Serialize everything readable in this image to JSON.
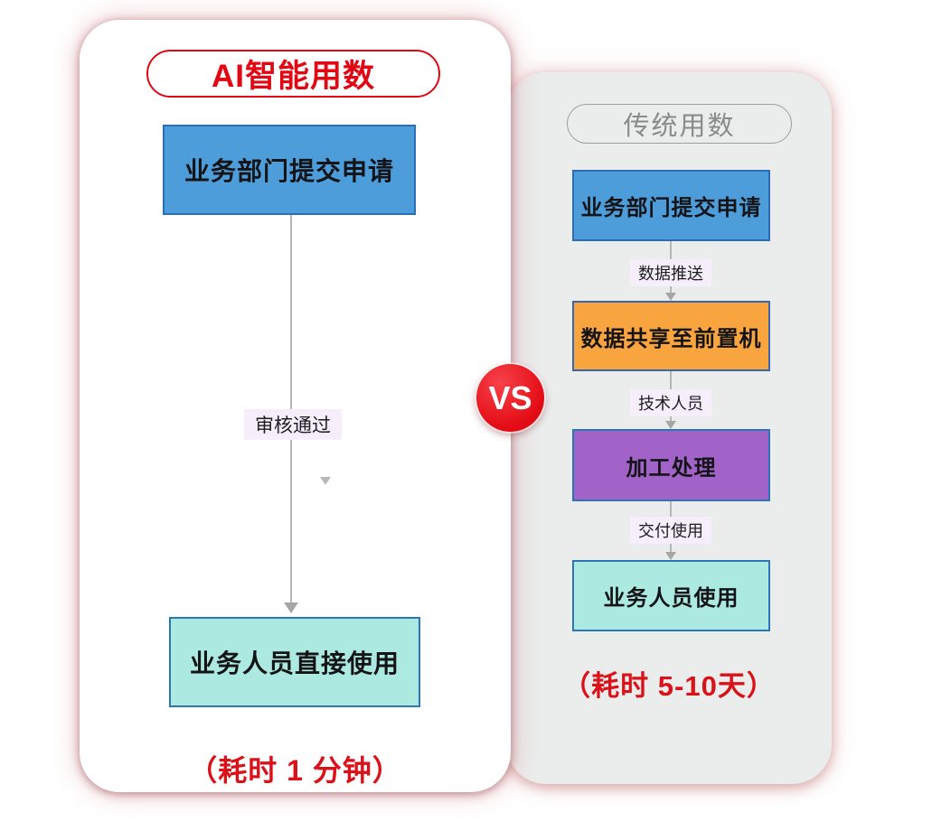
{
  "left_panel": {
    "title": "AI智能用数",
    "steps": [
      {
        "label": "业务部门提交申请",
        "fill": "#4e9ddb",
        "border": "#2d6db8"
      },
      {
        "label": "业务人员直接使用",
        "fill": "#abe9e1",
        "border": "#2e75b6"
      }
    ],
    "arrow_label": "审核通过",
    "duration": "（耗时 1 分钟）"
  },
  "vs_badge": {
    "label": "VS",
    "color": "#e8111a"
  },
  "right_panel": {
    "title": "传统用数",
    "steps": [
      {
        "label": "业务部门提交申请",
        "fill": "#4e9ddb",
        "border": "#2d6db8"
      },
      {
        "label": "数据共享至前置机",
        "fill": "#f9a53f",
        "border": "#3a66ad"
      },
      {
        "label": "加工处理",
        "fill": "#a263c9",
        "border": "#2e75b6"
      },
      {
        "label": "业务人员使用",
        "fill": "#abe9e1",
        "border": "#2e75b6"
      }
    ],
    "arrow_labels": [
      "数据推送",
      "技术人员",
      "交付使用"
    ],
    "duration": "（耗时 5-10天）"
  },
  "colors": {
    "accent_red": "#da1118",
    "title_red": "#e30613",
    "right_panel_bg": "#ebecec",
    "right_title_gray": "#8a8a8a",
    "arrow_label_bg": "#f6effb",
    "connector_gray": "#b6b6b6"
  }
}
